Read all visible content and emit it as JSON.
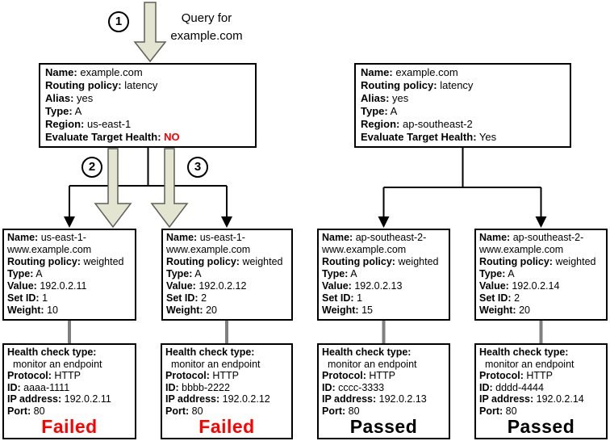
{
  "query_text": "Query for example.com",
  "step_labels": {
    "one": "1",
    "two": "2",
    "three": "3"
  },
  "colors": {
    "failed_red": "#ff0000",
    "arrow_fill": "#e3e5d1",
    "arrow_stroke": "#5d5f55",
    "connector_gray": "#7f7f7f",
    "line_black": "#000000"
  },
  "latency_records": [
    {
      "fields": [
        {
          "label": "Name:",
          "value": "example.com"
        },
        {
          "label": "Routing policy:",
          "value": "latency"
        },
        {
          "label": "Alias:",
          "value": "yes"
        },
        {
          "label": "Type:",
          "value": "A"
        },
        {
          "label": "Region:",
          "value": "us-east-1"
        },
        {
          "label": "Evaluate Target Health:",
          "value": "NO"
        }
      ]
    },
    {
      "fields": [
        {
          "label": "Name:",
          "value": "example.com"
        },
        {
          "label": "Routing policy:",
          "value": "latency"
        },
        {
          "label": "Alias:",
          "value": "yes"
        },
        {
          "label": "Type:",
          "value": "A"
        },
        {
          "label": "Region:",
          "value": "ap-southeast-2"
        },
        {
          "label": "Evaluate Target Health:",
          "value": "Yes"
        }
      ]
    }
  ],
  "weighted_records": [
    {
      "fields": [
        {
          "label": "Name:",
          "value": "us-east-1-www.example.com"
        },
        {
          "label": "Routing policy:",
          "value": "weighted"
        },
        {
          "label": "Type:",
          "value": "A"
        },
        {
          "label": "Value:",
          "value": "192.0.2.11"
        },
        {
          "label": "Set ID:",
          "value": "1"
        },
        {
          "label": "Weight:",
          "value": "10"
        }
      ]
    },
    {
      "fields": [
        {
          "label": "Name:",
          "value": "us-east-1-www.example.com"
        },
        {
          "label": "Routing policy:",
          "value": "weighted"
        },
        {
          "label": "Type:",
          "value": "A"
        },
        {
          "label": "Value:",
          "value": "192.0.2.12"
        },
        {
          "label": "Set ID:",
          "value": "2"
        },
        {
          "label": "Weight:",
          "value": "20"
        }
      ]
    },
    {
      "fields": [
        {
          "label": "Name:",
          "value": "ap-southeast-2-www.example.com"
        },
        {
          "label": "Routing policy:",
          "value": "weighted"
        },
        {
          "label": "Type:",
          "value": "A"
        },
        {
          "label": "Value:",
          "value": "192.0.2.13"
        },
        {
          "label": "Set ID:",
          "value": "1"
        },
        {
          "label": "Weight:",
          "value": "15"
        }
      ]
    },
    {
      "fields": [
        {
          "label": "Name:",
          "value": "ap-southeast-2-www.example.com"
        },
        {
          "label": "Routing policy:",
          "value": "weighted"
        },
        {
          "label": "Type:",
          "value": "A"
        },
        {
          "label": "Value:",
          "value": "192.0.2.14"
        },
        {
          "label": "Set ID:",
          "value": "2"
        },
        {
          "label": "Weight:",
          "value": "20"
        }
      ]
    }
  ],
  "health_checks": [
    {
      "type_label": "Health check type:",
      "type_value": "monitor an endpoint",
      "fields": [
        {
          "label": "Protocol:",
          "value": "HTTP"
        },
        {
          "label": "ID:",
          "value": "aaaa-1111"
        },
        {
          "label": "IP address:",
          "value": "192.0.2.11"
        },
        {
          "label": "Port:",
          "value": "80"
        }
      ],
      "status": "Failed"
    },
    {
      "type_label": "Health check type:",
      "type_value": "monitor an endpoint",
      "fields": [
        {
          "label": "Protocol:",
          "value": "HTTP"
        },
        {
          "label": "ID:",
          "value": "bbbb-2222"
        },
        {
          "label": "IP address:",
          "value": "192.0.2.12"
        },
        {
          "label": "Port:",
          "value": "80"
        }
      ],
      "status": "Failed"
    },
    {
      "type_label": "Health check type:",
      "type_value": "monitor an endpoint",
      "fields": [
        {
          "label": "Protocol:",
          "value": "HTTP"
        },
        {
          "label": "ID:",
          "value": "cccc-3333"
        },
        {
          "label": "IP address:",
          "value": "192.0.2.13"
        },
        {
          "label": "Port:",
          "value": "80"
        }
      ],
      "status": "Passed"
    },
    {
      "type_label": "Health check type:",
      "type_value": "monitor an endpoint",
      "fields": [
        {
          "label": "Protocol:",
          "value": "HTTP"
        },
        {
          "label": "ID:",
          "value": "dddd-4444"
        },
        {
          "label": "IP address:",
          "value": "192.0.2.14"
        },
        {
          "label": "Port:",
          "value": "80"
        }
      ],
      "status": "Passed"
    }
  ]
}
